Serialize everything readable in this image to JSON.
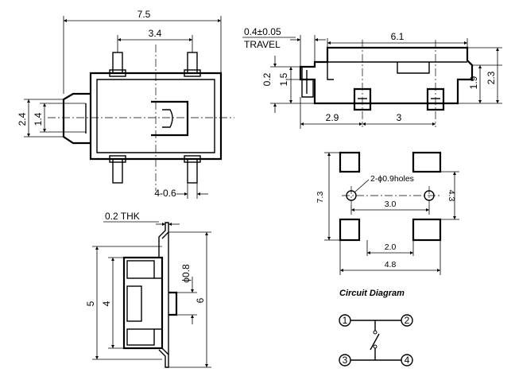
{
  "top_view": {
    "width": "7.5",
    "pin_span": "3.4",
    "height_outer": "2.4",
    "height_inner": "1.4",
    "pin_width": "4-0.6"
  },
  "side_view": {
    "travel": "0.4±0.05",
    "travel_label": "TRAVEL",
    "length": "6.1",
    "d_0_2": "0.2",
    "d_1_5": "1.5",
    "d_1_9": "1.9",
    "d_2_3": "2.3",
    "d_2_9": "2.9",
    "d_3": "3"
  },
  "end_view": {
    "thickness": "0.2 THK",
    "d_5": "5",
    "d_4": "4",
    "d_6": "6",
    "d_phi": "ϕ0.8"
  },
  "footprint": {
    "holes": "2-ϕ0.9holes",
    "d_7_3": "7.3",
    "d_4_3": "4.3",
    "d_3_0": "3.0",
    "d_2_0": "2.0",
    "d_4_8": "4.8"
  },
  "circuit": {
    "title": "Circuit Diagram",
    "pins": [
      "1",
      "2",
      "3",
      "4"
    ]
  }
}
